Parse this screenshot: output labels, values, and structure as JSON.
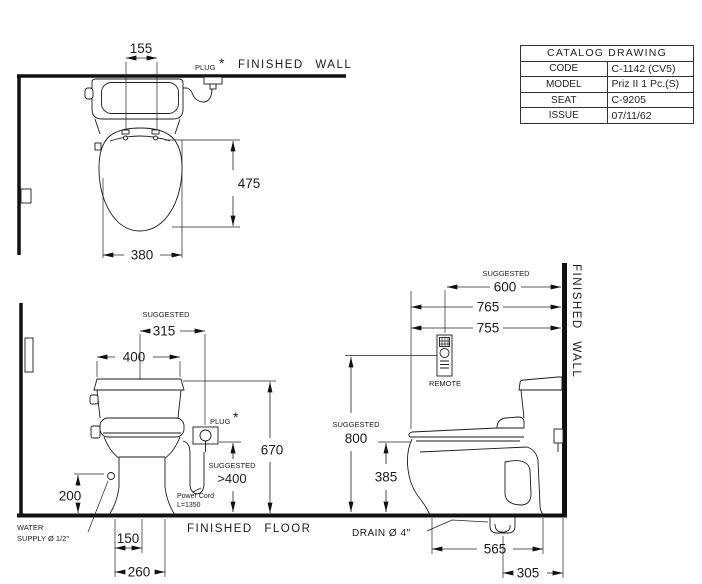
{
  "title_block": {
    "title": "CATALOG DRAWING",
    "rows": [
      {
        "label": "CODE",
        "value": "C-1142 (CV5)"
      },
      {
        "label": "MODEL",
        "value": "Priz II 1 Pc.(S)"
      },
      {
        "label": "SEAT",
        "value": "C-9205"
      },
      {
        "label": "ISSUE",
        "value": "07/11/62"
      }
    ]
  },
  "labels": {
    "finished_wall": "FINISHED WALL",
    "finished_floor": "FINISHED FLOOR",
    "plug": "PLUG",
    "plug_asterisk": "*",
    "remote": "REMOTE",
    "suggested": "SUGGESTED",
    "water_supply_line1": "WATER",
    "water_supply_line2": "SUPPLY Ø 1/2\"",
    "drain": "DRAIN Ø 4\"",
    "power_cord_line1": "Power Cord",
    "power_cord_line2": "L=1350"
  },
  "dims": {
    "plan_hinge_span": "155",
    "plan_seat_depth": "475",
    "plan_bowl_width": "380",
    "front_plug_offset": "315",
    "front_tank_width": "400",
    "front_overall_height": "670",
    "front_plug_height": ">400",
    "front_supply_height": "200",
    "front_supply_span": "150",
    "front_supply_span2": "260",
    "side_remote_offset": "600",
    "side_lid_reach": "765",
    "side_seat_reach": "755",
    "side_remote_height": "800",
    "side_seat_height": "385",
    "side_depth": "565",
    "side_drain_offset": "305"
  }
}
